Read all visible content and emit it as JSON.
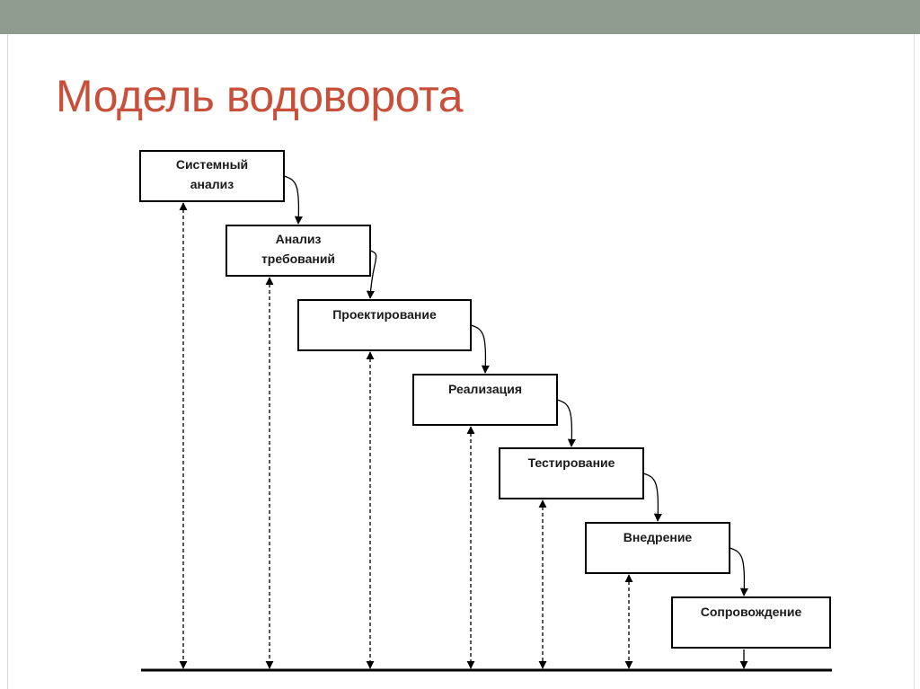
{
  "slide": {
    "title": "Модель водоворота"
  },
  "diagram": {
    "stages": [
      {
        "line1": "Системный",
        "line2": "анализ"
      },
      {
        "line1": "Анализ",
        "line2": "требований"
      },
      {
        "line1": "Проектирование",
        "line2": ""
      },
      {
        "line1": "Реализация",
        "line2": ""
      },
      {
        "line1": "Тестирование",
        "line2": ""
      },
      {
        "line1": "Внедрение",
        "line2": ""
      },
      {
        "line1": "Сопровождение",
        "line2": ""
      }
    ],
    "colors": {
      "title": "#c8503a",
      "top_bar": "#909b8f",
      "line": "#000000"
    }
  }
}
